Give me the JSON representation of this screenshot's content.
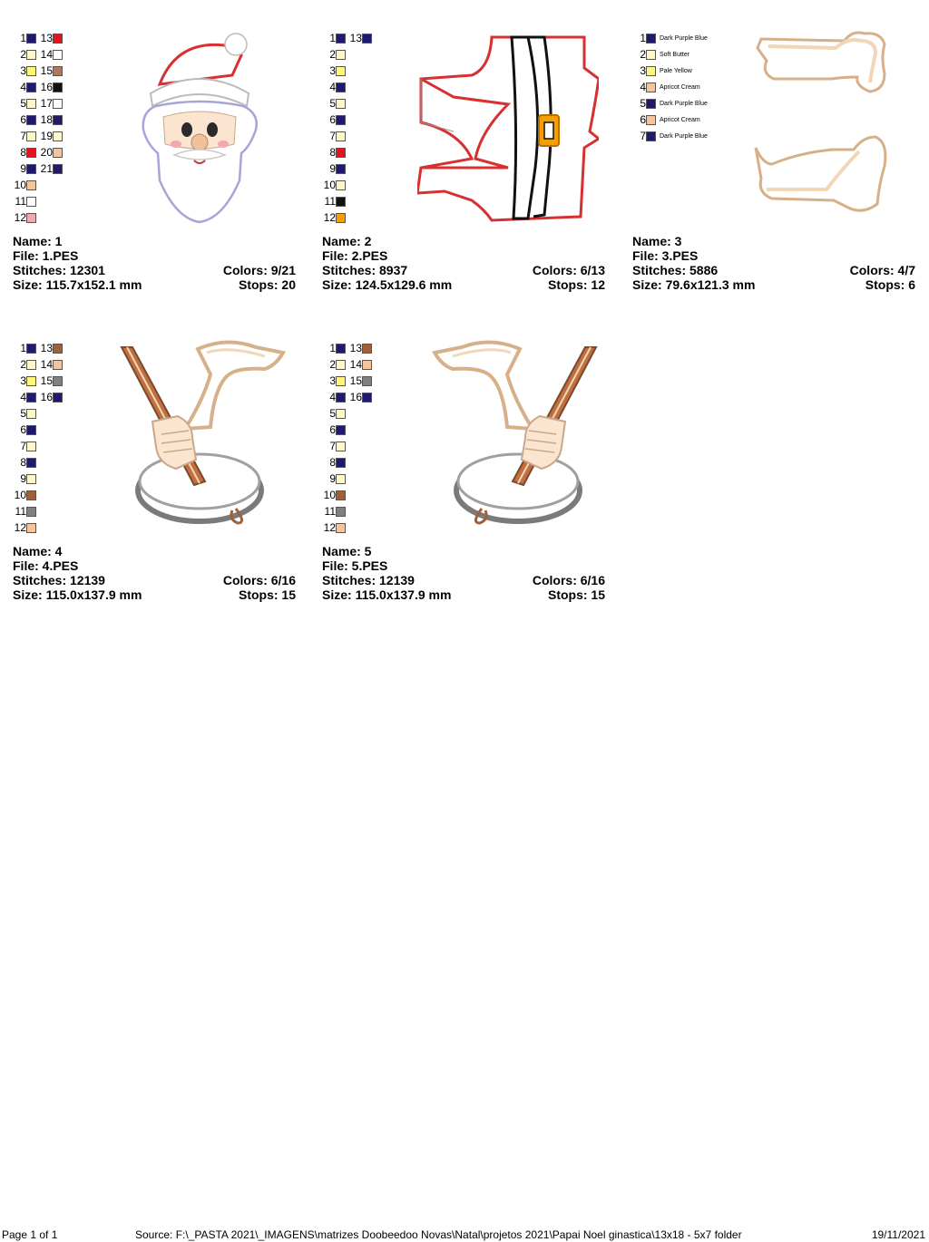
{
  "designs": [
    {
      "name_label": "Name: 1",
      "file_label": "File: 1.PES",
      "stitches_label": "Stitches: 12301",
      "colors_label": "Colors: 9/21",
      "size_label": "Size: 115.7x152.1 mm",
      "stops_label": "Stops: 20",
      "palette": [
        {
          "n": "1",
          "c": "#1f1a6e",
          "n2": "13",
          "c2": "#e0141e"
        },
        {
          "n": "2",
          "c": "#fdf8c8",
          "n2": "14",
          "c2": "#ffffff"
        },
        {
          "n": "3",
          "c": "#fff67a",
          "n2": "15",
          "c2": "#b0785a"
        },
        {
          "n": "4",
          "c": "#1f1a6e",
          "n2": "16",
          "c2": "#111111"
        },
        {
          "n": "5",
          "c": "#fdf8c8",
          "n2": "17",
          "c2": "#ffffff"
        },
        {
          "n": "6",
          "c": "#1f1a6e",
          "n2": "18",
          "c2": "#1f1a6e"
        },
        {
          "n": "7",
          "c": "#fdf8c8",
          "n2": "19",
          "c2": "#fdf8c8"
        },
        {
          "n": "8",
          "c": "#e0141e",
          "n2": "20",
          "c2": "#f6c49a"
        },
        {
          "n": "9",
          "c": "#1f1a6e",
          "n2": "21",
          "c2": "#1f1a6e"
        },
        {
          "n": "10",
          "c": "#f6c49a"
        },
        {
          "n": "11",
          "c": "#ffffff"
        },
        {
          "n": "12",
          "c": "#f2a8b0"
        }
      ]
    },
    {
      "name_label": "Name: 2",
      "file_label": "File: 2.PES",
      "stitches_label": "Stitches: 8937",
      "colors_label": "Colors: 6/13",
      "size_label": "Size: 124.5x129.6 mm",
      "stops_label": "Stops: 12",
      "palette": [
        {
          "n": "1",
          "c": "#1f1a6e",
          "n2": "13",
          "c2": "#1f1a6e"
        },
        {
          "n": "2",
          "c": "#fdf8c8"
        },
        {
          "n": "3",
          "c": "#fff67a"
        },
        {
          "n": "4",
          "c": "#1f1a6e"
        },
        {
          "n": "5",
          "c": "#fdf8c8"
        },
        {
          "n": "6",
          "c": "#1f1a6e"
        },
        {
          "n": "7",
          "c": "#fdf8c8"
        },
        {
          "n": "8",
          "c": "#e0141e"
        },
        {
          "n": "9",
          "c": "#1f1a6e"
        },
        {
          "n": "10",
          "c": "#fdf8c8"
        },
        {
          "n": "11",
          "c": "#111111"
        },
        {
          "n": "12",
          "c": "#f5a000"
        }
      ]
    },
    {
      "name_label": "Name: 3",
      "file_label": "File: 3.PES",
      "stitches_label": "Stitches: 5886",
      "colors_label": "Colors: 4/7",
      "size_label": "Size: 79.6x121.3 mm",
      "stops_label": "Stops: 6",
      "palette": [
        {
          "n": "1",
          "c": "#1f1a6e",
          "label": "Dark Purple Blue"
        },
        {
          "n": "2",
          "c": "#fdf8c8",
          "label": "Soft Butter"
        },
        {
          "n": "3",
          "c": "#fff67a",
          "label": "Pale Yellow"
        },
        {
          "n": "4",
          "c": "#f6c49a",
          "label": "Apricot Cream"
        },
        {
          "n": "5",
          "c": "#1f1a6e",
          "label": "Dark Purple Blue"
        },
        {
          "n": "6",
          "c": "#f6c49a",
          "label": "Apricot Cream"
        },
        {
          "n": "7",
          "c": "#1f1a6e",
          "label": "Dark Purple Blue"
        }
      ]
    },
    {
      "name_label": "Name: 4",
      "file_label": "File: 4.PES",
      "stitches_label": "Stitches: 12139",
      "colors_label": "Colors: 6/16",
      "size_label": "Size: 115.0x137.9 mm",
      "stops_label": "Stops: 15",
      "palette": [
        {
          "n": "1",
          "c": "#1f1a6e",
          "n2": "13",
          "c2": "#a0603a"
        },
        {
          "n": "2",
          "c": "#fdf8c8",
          "n2": "14",
          "c2": "#f6c49a"
        },
        {
          "n": "3",
          "c": "#fff67a",
          "n2": "15",
          "c2": "#808080"
        },
        {
          "n": "4",
          "c": "#1f1a6e",
          "n2": "16",
          "c2": "#1f1a6e"
        },
        {
          "n": "5",
          "c": "#fdf8c8"
        },
        {
          "n": "6",
          "c": "#1f1a6e"
        },
        {
          "n": "7",
          "c": "#fdf8c8"
        },
        {
          "n": "8",
          "c": "#1f1a6e"
        },
        {
          "n": "9",
          "c": "#fdf8c8"
        },
        {
          "n": "10",
          "c": "#a0603a"
        },
        {
          "n": "11",
          "c": "#808080"
        },
        {
          "n": "12",
          "c": "#f6c49a"
        }
      ]
    },
    {
      "name_label": "Name: 5",
      "file_label": "File: 5.PES",
      "stitches_label": "Stitches: 12139",
      "colors_label": "Colors: 6/16",
      "size_label": "Size: 115.0x137.9 mm",
      "stops_label": "Stops: 15",
      "palette": [
        {
          "n": "1",
          "c": "#1f1a6e",
          "n2": "13",
          "c2": "#a0603a"
        },
        {
          "n": "2",
          "c": "#fdf8c8",
          "n2": "14",
          "c2": "#f6c49a"
        },
        {
          "n": "3",
          "c": "#fff67a",
          "n2": "15",
          "c2": "#808080"
        },
        {
          "n": "4",
          "c": "#1f1a6e",
          "n2": "16",
          "c2": "#1f1a6e"
        },
        {
          "n": "5",
          "c": "#fdf8c8"
        },
        {
          "n": "6",
          "c": "#1f1a6e"
        },
        {
          "n": "7",
          "c": "#fdf8c8"
        },
        {
          "n": "8",
          "c": "#1f1a6e"
        },
        {
          "n": "9",
          "c": "#fdf8c8"
        },
        {
          "n": "10",
          "c": "#a0603a"
        },
        {
          "n": "11",
          "c": "#808080"
        },
        {
          "n": "12",
          "c": "#f6c49a"
        }
      ]
    }
  ],
  "footer": {
    "page": "Page 1 of 1",
    "source": "Source: F:\\_PASTA 2021\\_IMAGENS\\matrizes Doobeedoo Novas\\Natal\\projetos 2021\\Papai Noel ginastica\\13x18 - 5x7 folder",
    "date": "19/11/2021"
  }
}
